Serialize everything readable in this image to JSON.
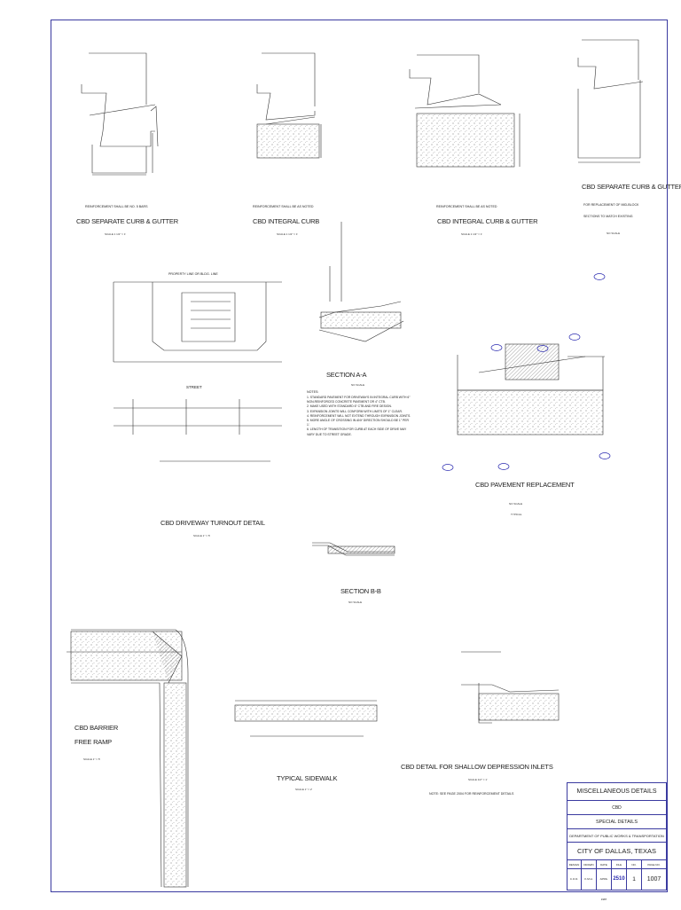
{
  "details": {
    "sep_curb_title": "CBD SEPARATE CURB & GUTTER",
    "sep_curb_scale": "SCALE 1 1/2\" = 1'",
    "sep_curb_reinf": "REINFORCEMENT SHALL BE NO. 5 BARS",
    "integral_title": "CBD INTEGRAL CURB",
    "integral_scale": "SCALE 1 1/2\" = 1'",
    "integral_reinf": "REINFORCEMENT SHALL BE AS NOTED",
    "integral_gutter_title": "CBD INTEGRAL CURB & GUTTER",
    "integral_gutter_scale": "SCALE 1 1/2\" = 1'",
    "integral_gutter_reinf": "REINFORCEMENT SHALL BE AS NOTED",
    "replacement_title": "CBD SEPARATE CURB & GUTTER",
    "replacement_sub1": "FOR REPLACEMENT OF MID-BLOCK",
    "replacement_sub2": "SECTIONS TO MATCH EXISTING",
    "replacement_scale": "NO SCALE",
    "driveway_title": "CBD DRIVEWAY TURNOUT DETAIL",
    "driveway_scale": "SCALE 1\" = 5'",
    "section_aa": "SECTION A-A",
    "section_aa_scale": "NO SCALE",
    "section_bb": "SECTION B-B",
    "section_bb_scale": "NO SCALE",
    "pavement_title": "CBD PAVEMENT REPLACEMENT",
    "pavement_scale": "NO SCALE",
    "pavement_sub": "TYPICAL",
    "barrier_title1": "CBD BARRIER",
    "barrier_title2": "FREE RAMP",
    "barrier_scale": "SCALE 1\" = 5'",
    "sidewalk_title": "TYPICAL SIDEWALK",
    "sidewalk_scale": "SCALE 1\" = 2'",
    "inlet_title": "CBD DETAIL FOR SHALLOW DEPRESSION INLETS",
    "inlet_scale": "SCALE 1/2\" = 1'",
    "inlet_note": "NOTE: SEE PAGE 2004 FOR REINFORCEMENT DETAILS",
    "property_line": "PROPERTY LINE OR BLDG. LINE",
    "street": "STREET",
    "notes_header": "NOTES:",
    "notes": [
      "1. STANDARD PAVEMENT FOR DRIVEWAYS IN INTEGRAL CURB WITH 6\" NON-REINFORCED CONCRETE PAVEMENT OR 4\" CTB.",
      "2. MAKE USED WITH STANDARD 6\" CTB AND FIRE DESIGN.",
      "3. EXPANSION JOINTS WILL CONFORM WITH LIMITS OF 1\" CLEAR.",
      "4. REINFORCEMENT WILL NOT EXTEND THROUGH EXPANSION JOINTS.",
      "5. MORE ANGLE OF CROSSING IN ANY DIRECTION SHOULD BE 1\" PER 1'.",
      "6. LENGTH OF TRANSITION FOR CURB AT EACH SIDE OF DRIVE MAY VARY DUE TO STREET GRADE."
    ]
  },
  "title_block": {
    "header": "MISCELLANEOUS DETAILS",
    "line1": "CBD",
    "line2": "SPECIAL DETAILS",
    "department": "DEPARTMENT OF PUBLIC WORKS & TRANSPORTATION",
    "city": "CITY OF DALLAS, TEXAS",
    "col_labels": [
      "DESIGN",
      "DRAWN",
      "DATE",
      "FILE",
      "NO.",
      "PAGE NO."
    ],
    "col_values": [
      "C.O.D.",
      "K.M.H.",
      "APRIL 1987",
      "2510",
      "1",
      "1007"
    ]
  },
  "colors": {
    "border": "#3a3aa0",
    "line": "#333333",
    "accent_blue": "#2a2ab0"
  }
}
